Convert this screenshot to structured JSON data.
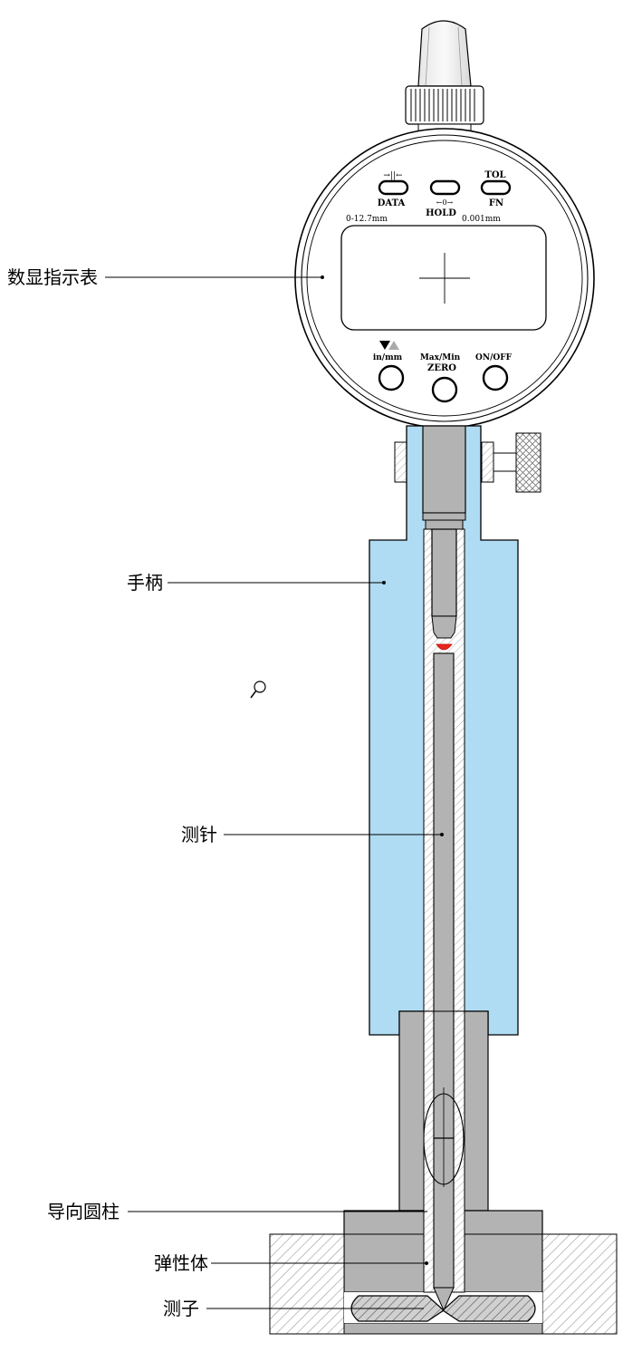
{
  "labels": {
    "indicator": "数显指示表",
    "handle": "手柄",
    "probe_needle": "测针",
    "guide_cylinder": "导向圆柱",
    "elastic_body": "弹性体",
    "gauge_head": "测子"
  },
  "dial": {
    "btn_data_symbol": "→||←",
    "btn_data": "DATA",
    "btn_hold_symbol": "←0→",
    "btn_hold": "HOLD",
    "btn_tol": "TOL",
    "btn_fn": "FN",
    "range": "0-12.7mm",
    "resolution": "0.001mm",
    "btn_unit": "in/mm",
    "btn_maxmin": "Max/Min",
    "btn_zero": "ZERO",
    "btn_onoff": "ON/OFF"
  },
  "colors": {
    "handle_fill": "#afdcf3",
    "metal_fill": "#b3b3b3",
    "contact_point": "#e8261b",
    "line": "#000000"
  },
  "icons": [
    "magnifier-icon",
    "triangle-down-icon",
    "triangle-up-icon"
  ]
}
